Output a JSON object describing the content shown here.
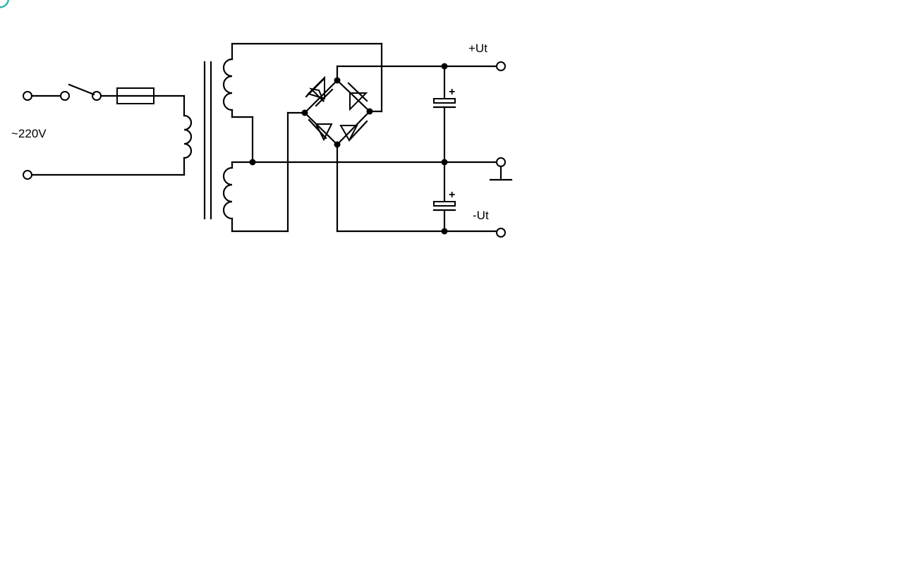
{
  "labels": {
    "input_voltage": "~220V",
    "positive_output": "+Ut",
    "negative_output": "-Ut",
    "cap_top_polarity": "+",
    "cap_bottom_polarity": "+"
  },
  "colors": {
    "ink": "#000000",
    "background": "#ffffff",
    "corner_mark": "#2ab7b0"
  }
}
